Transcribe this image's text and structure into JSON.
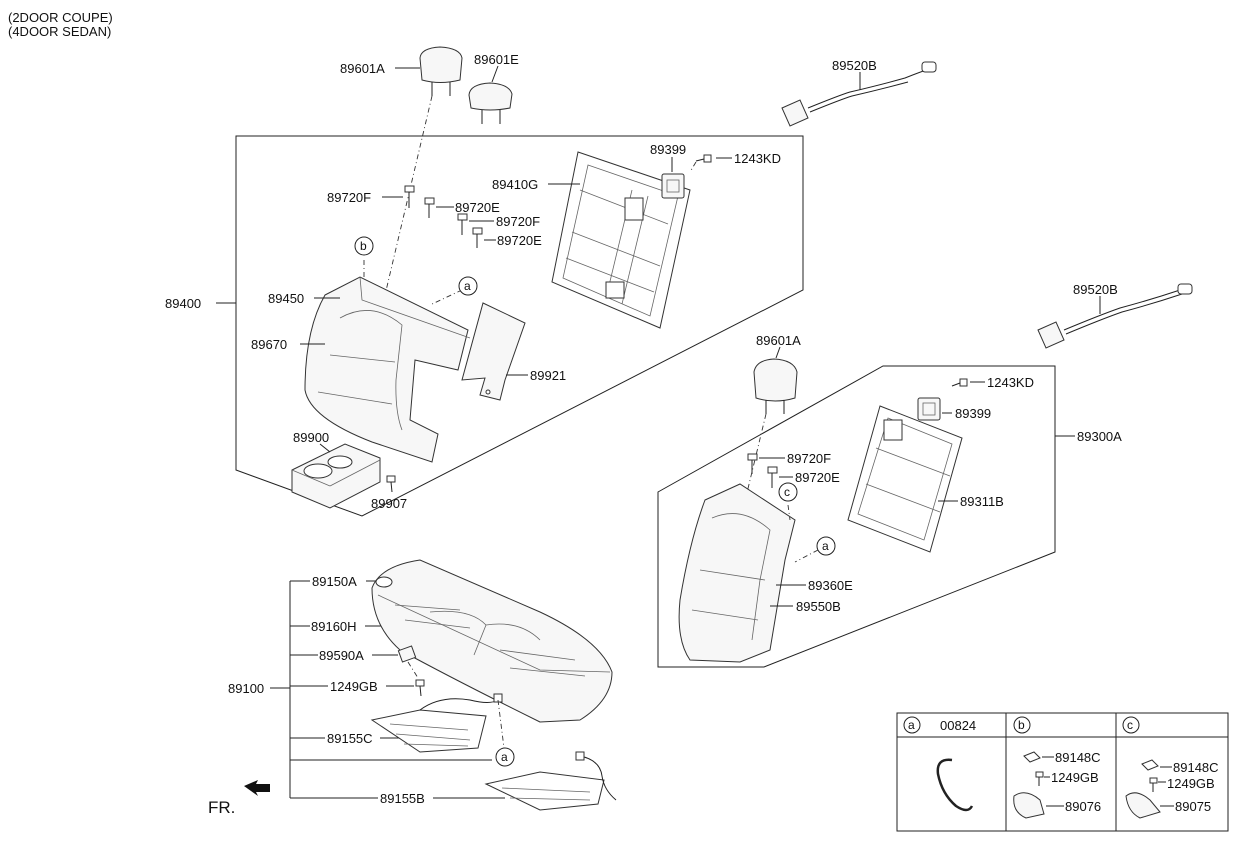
{
  "header": {
    "line1": "(2DOOR COUPE)",
    "line2": "(4DOOR SEDAN)"
  },
  "parts": {
    "p89601A_top": "89601A",
    "p89601E": "89601E",
    "p89520B_top": "89520B",
    "p89399_top": "89399",
    "p1243KD_top": "1243KD",
    "p89410G": "89410G",
    "p89720F_a": "89720F",
    "p89720E_a": "89720E",
    "p89720F_b": "89720F",
    "p89720E_b": "89720E",
    "p89400": "89400",
    "p89450": "89450",
    "p89670": "89670",
    "p89921": "89921",
    "p89900": "89900",
    "p89907": "89907",
    "p89520B_mid": "89520B",
    "p89601A_mid": "89601A",
    "p1243KD_mid": "1243KD",
    "p89399_mid": "89399",
    "p89300A": "89300A",
    "p89720F_c": "89720F",
    "p89720E_c": "89720E",
    "p89311B": "89311B",
    "p89360E": "89360E",
    "p89550B": "89550B",
    "p89150A": "89150A",
    "p89160H": "89160H",
    "p89590A": "89590A",
    "p89100": "89100",
    "p1249GB": "1249GB",
    "p89155C": "89155C",
    "p89155B": "89155B"
  },
  "callouts": {
    "a": "a",
    "b": "b",
    "c": "c"
  },
  "front_marker": "FR.",
  "legend": {
    "col_a": {
      "key": "a",
      "part": "00824"
    },
    "col_b": {
      "key": "b",
      "items": [
        "89148C",
        "1249GB",
        "89076"
      ]
    },
    "col_c": {
      "key": "c",
      "items": [
        "89148C",
        "1249GB",
        "89075"
      ]
    }
  }
}
